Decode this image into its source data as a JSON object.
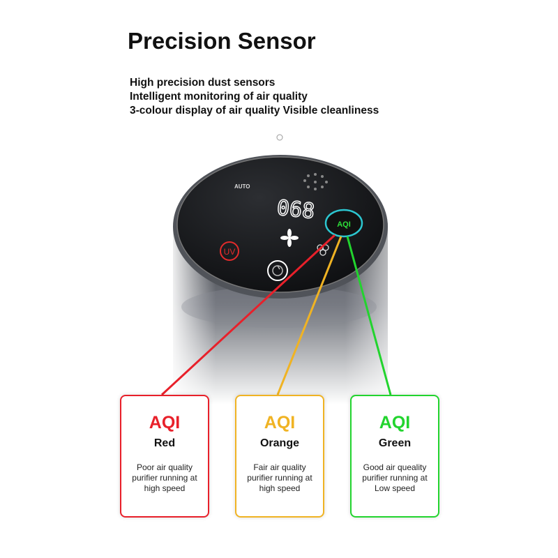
{
  "title": "Precision Sensor",
  "features": [
    "High precision dust sensors",
    "Intelligent monitoring of air quality",
    "3-colour display of air quality Visible cleanliness"
  ],
  "device": {
    "mode_label": "AUTO",
    "display_value": "068",
    "uv_label": "UV",
    "aqi_label": "AQI"
  },
  "cards": [
    {
      "aqi": "AQI",
      "name": "Red",
      "desc": [
        "Poor air quality",
        "purifier running at",
        "high speed"
      ],
      "color": "#e8202a"
    },
    {
      "aqi": "AQI",
      "name": "Orange",
      "desc": [
        "Fair air quality",
        "purifier running at",
        "high speed"
      ],
      "color": "#f0b323"
    },
    {
      "aqi": "AQI",
      "name": "Green",
      "desc": [
        "Good air queality",
        "purifier running at",
        "Low speed"
      ],
      "color": "#22d42e"
    }
  ]
}
